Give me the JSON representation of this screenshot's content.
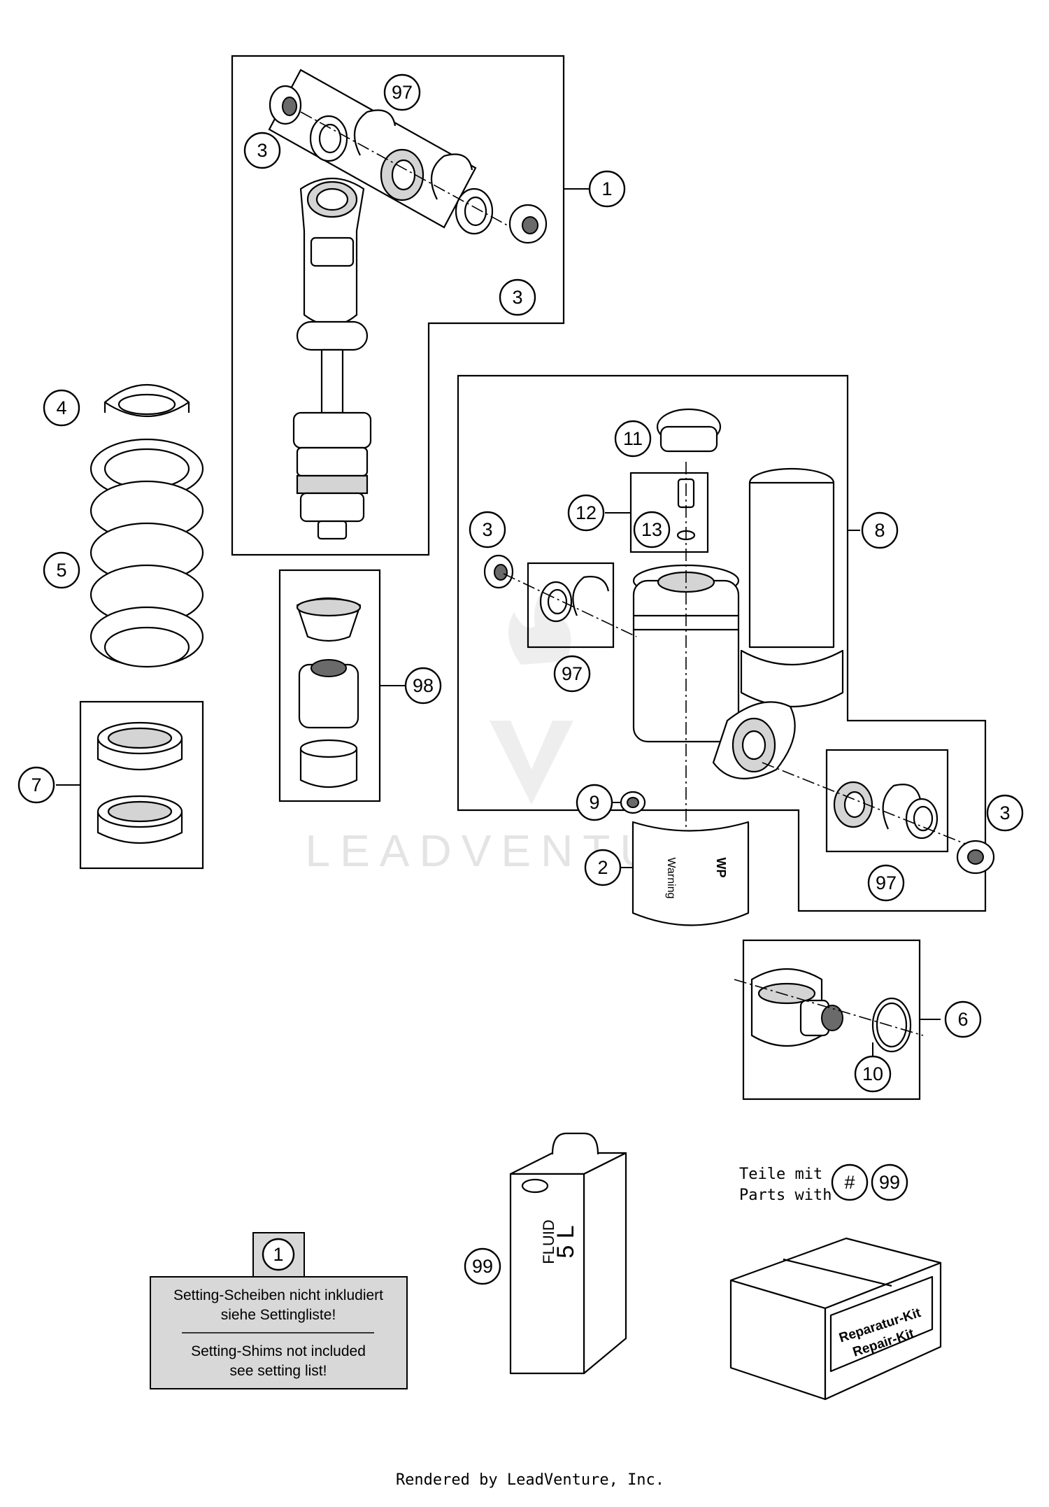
{
  "watermark": "LEADVENTURE",
  "callouts": [
    "1",
    "3",
    "97",
    "3",
    "4",
    "5",
    "7",
    "98",
    "11",
    "12",
    "13",
    "3",
    "97",
    "8",
    "9",
    "2",
    "97",
    "3",
    "6",
    "10",
    "99"
  ],
  "note": {
    "ref": "1",
    "line_de_1": "Setting-Scheiben nicht inkludiert",
    "line_de_2": "siehe Settingliste!",
    "line_en_1": "Setting-Shims not included",
    "line_en_2": "see setting list!"
  },
  "fluid_can": {
    "label": "FLUID",
    "volume": "5 L",
    "callout": "99"
  },
  "repair_kit": {
    "legend_line_1": "Teile mit",
    "legend_line_2": "Parts with",
    "hash": "#",
    "hash_ref": "99",
    "box_line_1": "Reparatur-Kit",
    "box_line_2": "Repair-Kit"
  },
  "label_sticker": {
    "text_1": "Warning",
    "text_2": "WP"
  },
  "footer": "Rendered by LeadVenture, Inc."
}
